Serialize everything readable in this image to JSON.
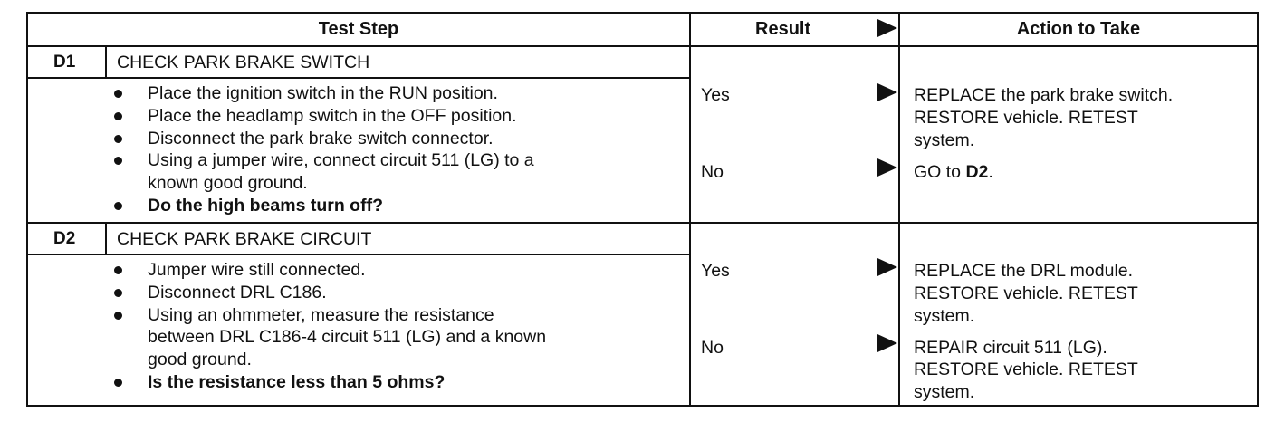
{
  "header": {
    "test_step": "Test Step",
    "result": "Result",
    "action": "Action to Take"
  },
  "steps": [
    {
      "id": "D1",
      "title": "CHECK PARK BRAKE SWITCH",
      "bullets": [
        "Place the ignition switch in the RUN position.",
        "Place the headlamp switch in the OFF position.",
        "Disconnect the park brake switch connector.",
        "Using a jumper wire, connect circuit 511 (LG) to a",
        "known good ground.",
        "Do the high beams turn off?"
      ],
      "results": [
        {
          "label": "Yes",
          "action_lines": [
            "REPLACE the park brake switch.",
            "RESTORE vehicle. RETEST",
            "system."
          ]
        },
        {
          "label": "No",
          "action_prefix": "GO to ",
          "action_bold": "D2",
          "action_suffix": "."
        }
      ]
    },
    {
      "id": "D2",
      "title": "CHECK PARK BRAKE CIRCUIT",
      "bullets": [
        "Jumper wire still connected.",
        "Disconnect DRL C186.",
        "Using an ohmmeter, measure the resistance",
        "between DRL C186-4 circuit 511 (LG) and a known",
        "good ground.",
        "Is the resistance less than 5 ohms?"
      ],
      "results": [
        {
          "label": "Yes",
          "action_lines": [
            "REPLACE the DRL module.",
            "RESTORE vehicle. RETEST",
            "system."
          ]
        },
        {
          "label": "No",
          "action_lines": [
            "REPAIR circuit 511 (LG).",
            "RESTORE vehicle. RETEST",
            "system."
          ]
        }
      ]
    }
  ]
}
